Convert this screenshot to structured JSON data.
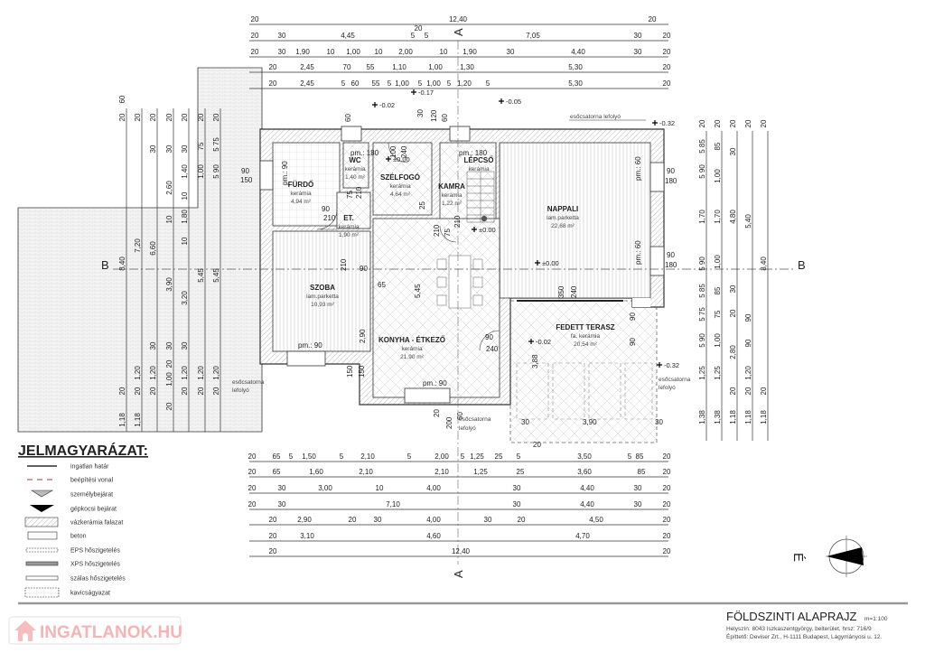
{
  "legend": {
    "title": "JELMAGYARÁZAT:",
    "items": [
      "ingatlan határ",
      "beépítési vonal",
      "személybejárat",
      "gépkocsi bejárat",
      "vázkerámia falazat",
      "beton",
      "EPS hőszigetelés",
      "XPS hőszigetelés",
      "szálas hőszigetelés",
      "kavicságyazat"
    ]
  },
  "title_block": {
    "title": "FÖLDSZINTI ALAPRAJZ",
    "scale": "m=1:100",
    "location": "Helyszín: 8043 Iszkaszentgyörgy, belterület, hrsz: 716/9",
    "builder": "Építtető: Deviser Zrt., H-1111 Budapest, Lágymányosi u. 12."
  },
  "watermark": "INGATLANOK.HU",
  "north_label": "É",
  "sections": {
    "a": "A",
    "b": "B"
  },
  "rooms": [
    {
      "name": "FÜRDŐ",
      "floor": "kerámia",
      "area": "4,94 m²"
    },
    {
      "name": "WC",
      "floor": "kerámia",
      "area": "1,40 m²"
    },
    {
      "name": "SZÉLFOGÓ",
      "floor": "kerámia",
      "area": "4,64 m²"
    },
    {
      "name": "LÉPCSŐ",
      "floor": "kerámia",
      "area": ""
    },
    {
      "name": "KAMRA",
      "floor": "kerámia",
      "area": "1,22 m²"
    },
    {
      "name": "ET.",
      "floor": "kerámia",
      "area": "1,90 m²"
    },
    {
      "name": "NAPPALI",
      "floor": "lam.parketta",
      "area": "22,68 m²"
    },
    {
      "name": "SZOBA",
      "floor": "lam.parketta",
      "area": "10,93 m²"
    },
    {
      "name": "KONYHA - ÉTKEZŐ",
      "floor": "kerámia",
      "area": "21,90 m²"
    },
    {
      "name": "FEDETT TERASZ",
      "floor": "fa. kerámia",
      "area": "20,54 m²"
    }
  ],
  "levels": [
    "-0.02",
    "-0.17",
    "-0.05",
    "-0.32",
    "±0.00",
    "±0.00",
    "±0.00",
    "-0.02",
    "-0.32"
  ],
  "downpipe": {
    "one_line": "esőcsatorna lefolyó",
    "l1": "esőcsatorna",
    "l2": "lefolyó"
  },
  "openings": [
    "pm.: 180",
    "pm.: 180",
    "pm.: 90",
    "pm.: 60",
    "pm.: 60",
    "pm.: 90",
    "pm.: 90",
    "90",
    "150",
    "90",
    "180",
    "90",
    "180",
    "90",
    "210",
    "90",
    "210",
    "75",
    "210",
    "100",
    "240",
    "25",
    "210",
    "75",
    "210",
    "90",
    "240",
    "350",
    "240",
    "65",
    "5,45",
    "2,90",
    "3,88",
    "150",
    "150",
    "20",
    "200",
    "60",
    "30",
    "3,90",
    "30",
    "90",
    "90",
    "120",
    "60",
    "60",
    "30",
    "20"
  ],
  "dims_top": [
    [
      "20",
      "12,40",
      "20"
    ],
    [
      "20",
      "30",
      "4,45",
      "5",
      "20",
      "5",
      "7,05",
      "30",
      "20"
    ],
    [
      "20",
      "30",
      "1,90",
      "10",
      "1,00",
      "10",
      "2,00",
      "10",
      "1,90",
      "30",
      "4,40",
      "30",
      "20"
    ],
    [
      "20",
      "2,45",
      "70",
      "55",
      "1,10",
      "1,00",
      "1,30",
      "5,30",
      "20"
    ],
    [
      "20",
      "2,45",
      "5",
      "60",
      "55",
      "5",
      "1,00",
      "5",
      "1,00",
      "5",
      "1,20",
      "5",
      "5,30",
      "20"
    ]
  ],
  "dims_bottom": [
    [
      "20",
      "65",
      "5",
      "1,50",
      "5",
      "2,10",
      "5",
      "2,00",
      "5",
      "1,25",
      "25",
      "5",
      "3,50",
      "5",
      "85",
      "20"
    ],
    [
      "20",
      "65",
      "1,60",
      "2,10",
      "2,10",
      "1,25",
      "25",
      "3,60",
      "85",
      "20"
    ],
    [
      "20",
      "30",
      "3,00",
      "10",
      "4,00",
      "30",
      "4,40",
      "30",
      "20"
    ],
    [
      "20",
      "30",
      "7,10",
      "30",
      "4,40",
      "30",
      "20"
    ],
    [
      "20",
      "2,90",
      "20",
      "30",
      "4,00",
      "30",
      "20",
      "4,50",
      "20"
    ],
    [
      "20",
      "3,10",
      "4,60",
      "4,70",
      "20"
    ],
    [
      "20",
      "12,40",
      "20"
    ]
  ],
  "dims_left": [
    [
      "60",
      "20",
      "8,40",
      "20",
      "1,18"
    ],
    [
      "20",
      "7,20",
      "1,20",
      "20",
      "1,18"
    ],
    [
      "20",
      "30",
      "6,60",
      "30",
      "1,20",
      "20"
    ],
    [
      "20",
      "30",
      "2,60",
      "10",
      "3,90",
      "30",
      "20",
      "1,00",
      "20"
    ],
    [
      "20",
      "30",
      "1,40",
      "10",
      "1,80",
      "10",
      "3,20",
      "30",
      "1,20",
      "20"
    ],
    [
      "20",
      "75",
      "1,00",
      "5,45",
      "1,20",
      "20"
    ],
    [
      "20",
      "5 75",
      "5 90",
      "5,45",
      "1,20",
      "20"
    ]
  ],
  "dims_right": [
    [
      "20",
      "5 85",
      "5 90",
      "1,70",
      "5 90",
      "5 85",
      "5 75",
      "5 90",
      "1,25",
      "1,38"
    ],
    [
      "20",
      "85",
      "1,00",
      "1,70",
      "1,00",
      "85",
      "75",
      "1,00",
      "1,25",
      "1,38"
    ],
    [
      "20",
      "30",
      "4,80",
      "30",
      "20",
      "2,80",
      "20",
      "1,18"
    ],
    [
      "20",
      "5,40",
      "90",
      "90",
      "1,20",
      "20",
      "1,18"
    ],
    [
      "20",
      "8,40",
      "20",
      "1,18"
    ]
  ]
}
